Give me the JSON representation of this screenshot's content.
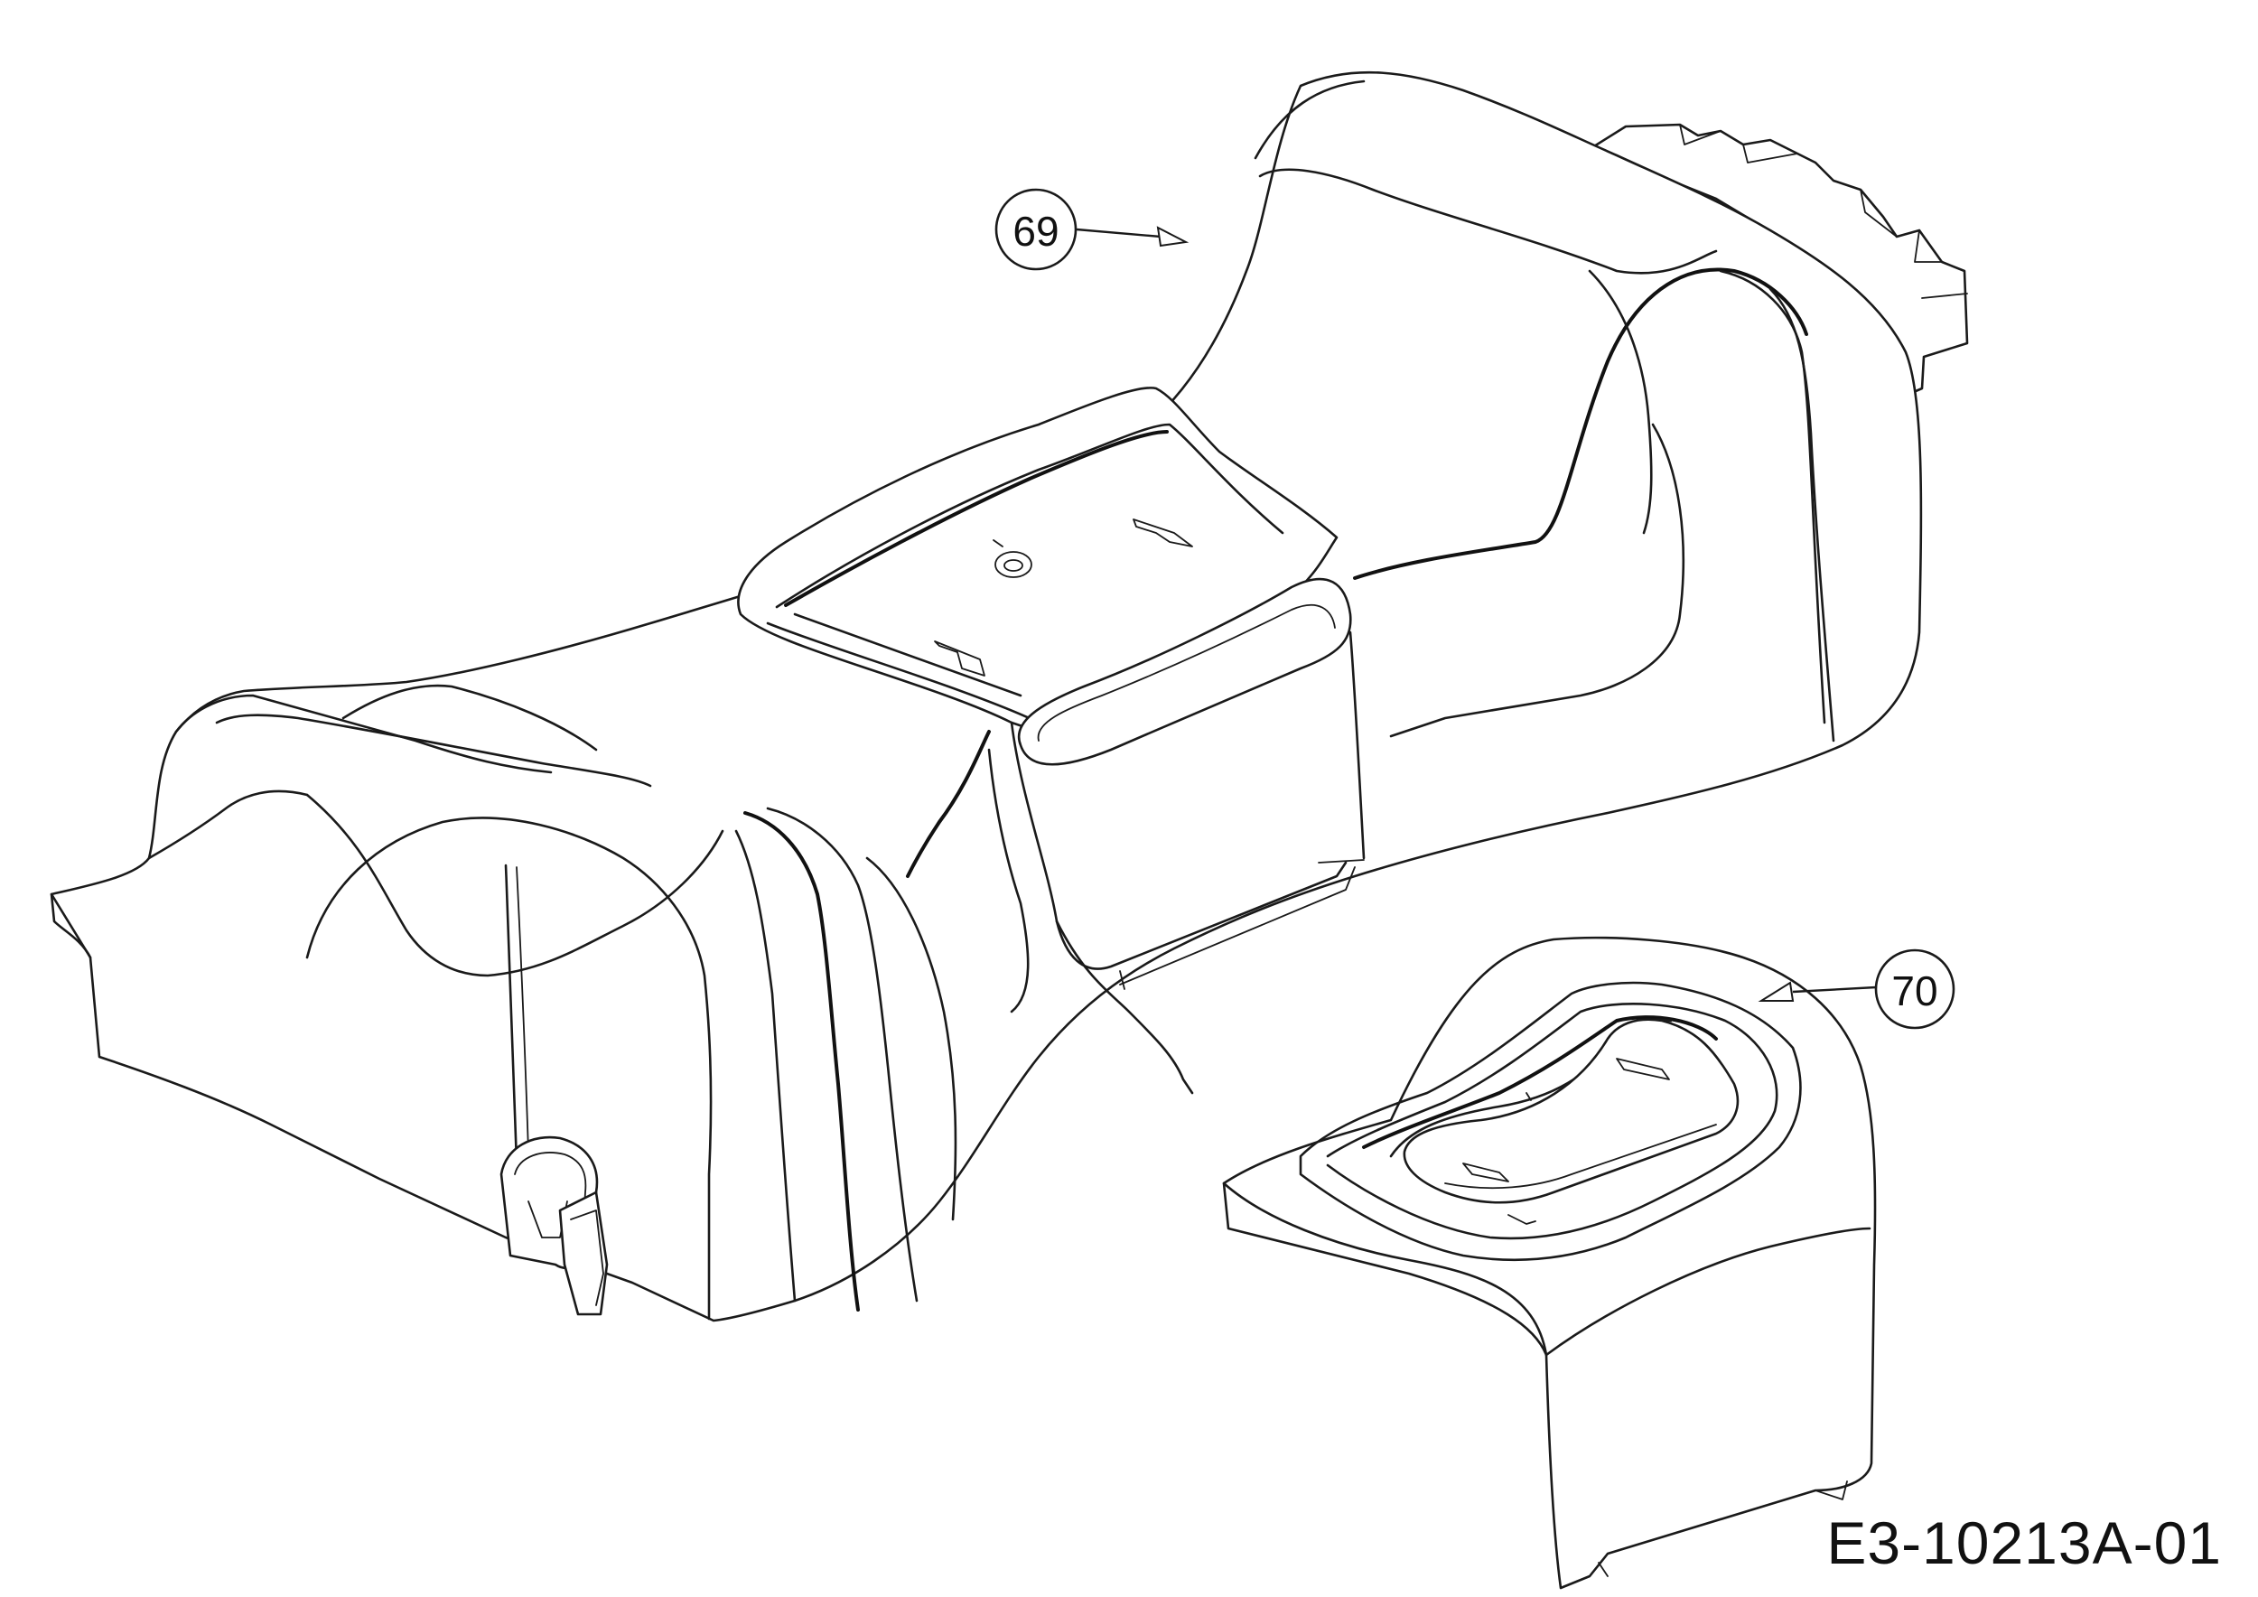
{
  "diagram": {
    "parts": [
      {
        "callout": "69"
      },
      {
        "callout": "70"
      }
    ],
    "drawing_code": "E3-10213A-01"
  }
}
